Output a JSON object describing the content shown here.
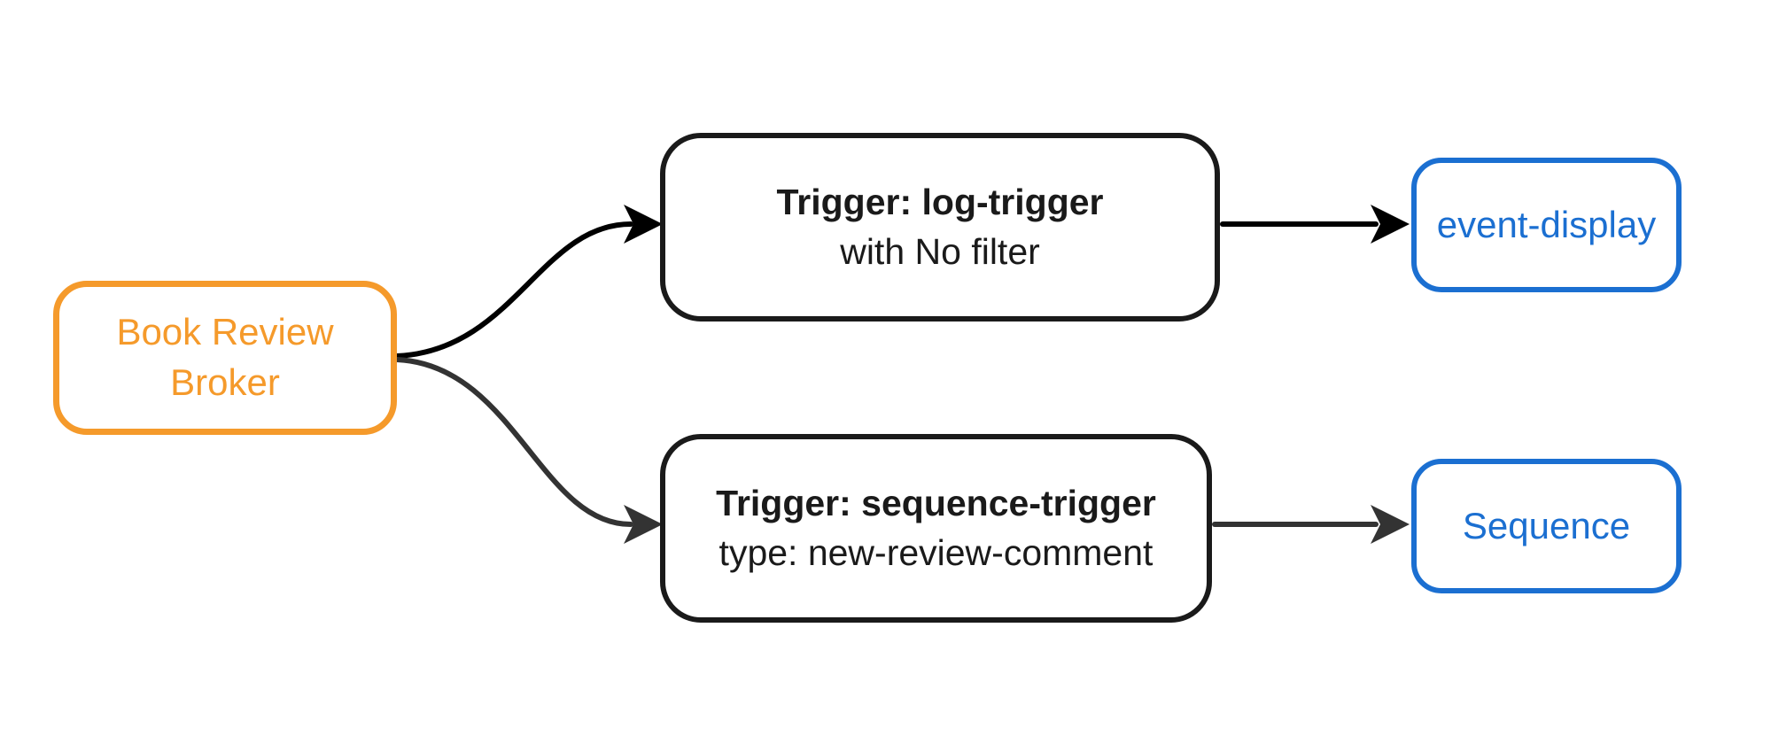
{
  "diagram": {
    "kind": "flowchart",
    "direction": "left-to-right"
  },
  "colors": {
    "background": "#FFFFFF",
    "broker_accent": "#F59A2B",
    "sink_accent": "#1B6FD1",
    "node_border": "#1A1A1A",
    "node_text": "#1A1A1A",
    "edge_primary": "#000000",
    "edge_secondary": "#333333"
  },
  "nodes": {
    "broker": {
      "label": "Book Review Broker"
    },
    "log_trigger": {
      "title": "Trigger: log-trigger",
      "subtitle": "with No filter"
    },
    "sequence_trigger": {
      "title": "Trigger: sequence-trigger",
      "subtitle": "type: new-review-comment"
    },
    "event_display": {
      "label": "event-display"
    },
    "sequence": {
      "label": "Sequence"
    }
  },
  "edges": [
    {
      "from": "Book Review Broker",
      "to": "Trigger: log-trigger",
      "style": "curved",
      "color": "#000000"
    },
    {
      "from": "Book Review Broker",
      "to": "Trigger: sequence-trigger",
      "style": "curved",
      "color": "#333333"
    },
    {
      "from": "Trigger: log-trigger",
      "to": "event-display",
      "style": "straight",
      "color": "#000000"
    },
    {
      "from": "Trigger: sequence-trigger",
      "to": "Sequence",
      "style": "straight",
      "color": "#333333"
    }
  ]
}
